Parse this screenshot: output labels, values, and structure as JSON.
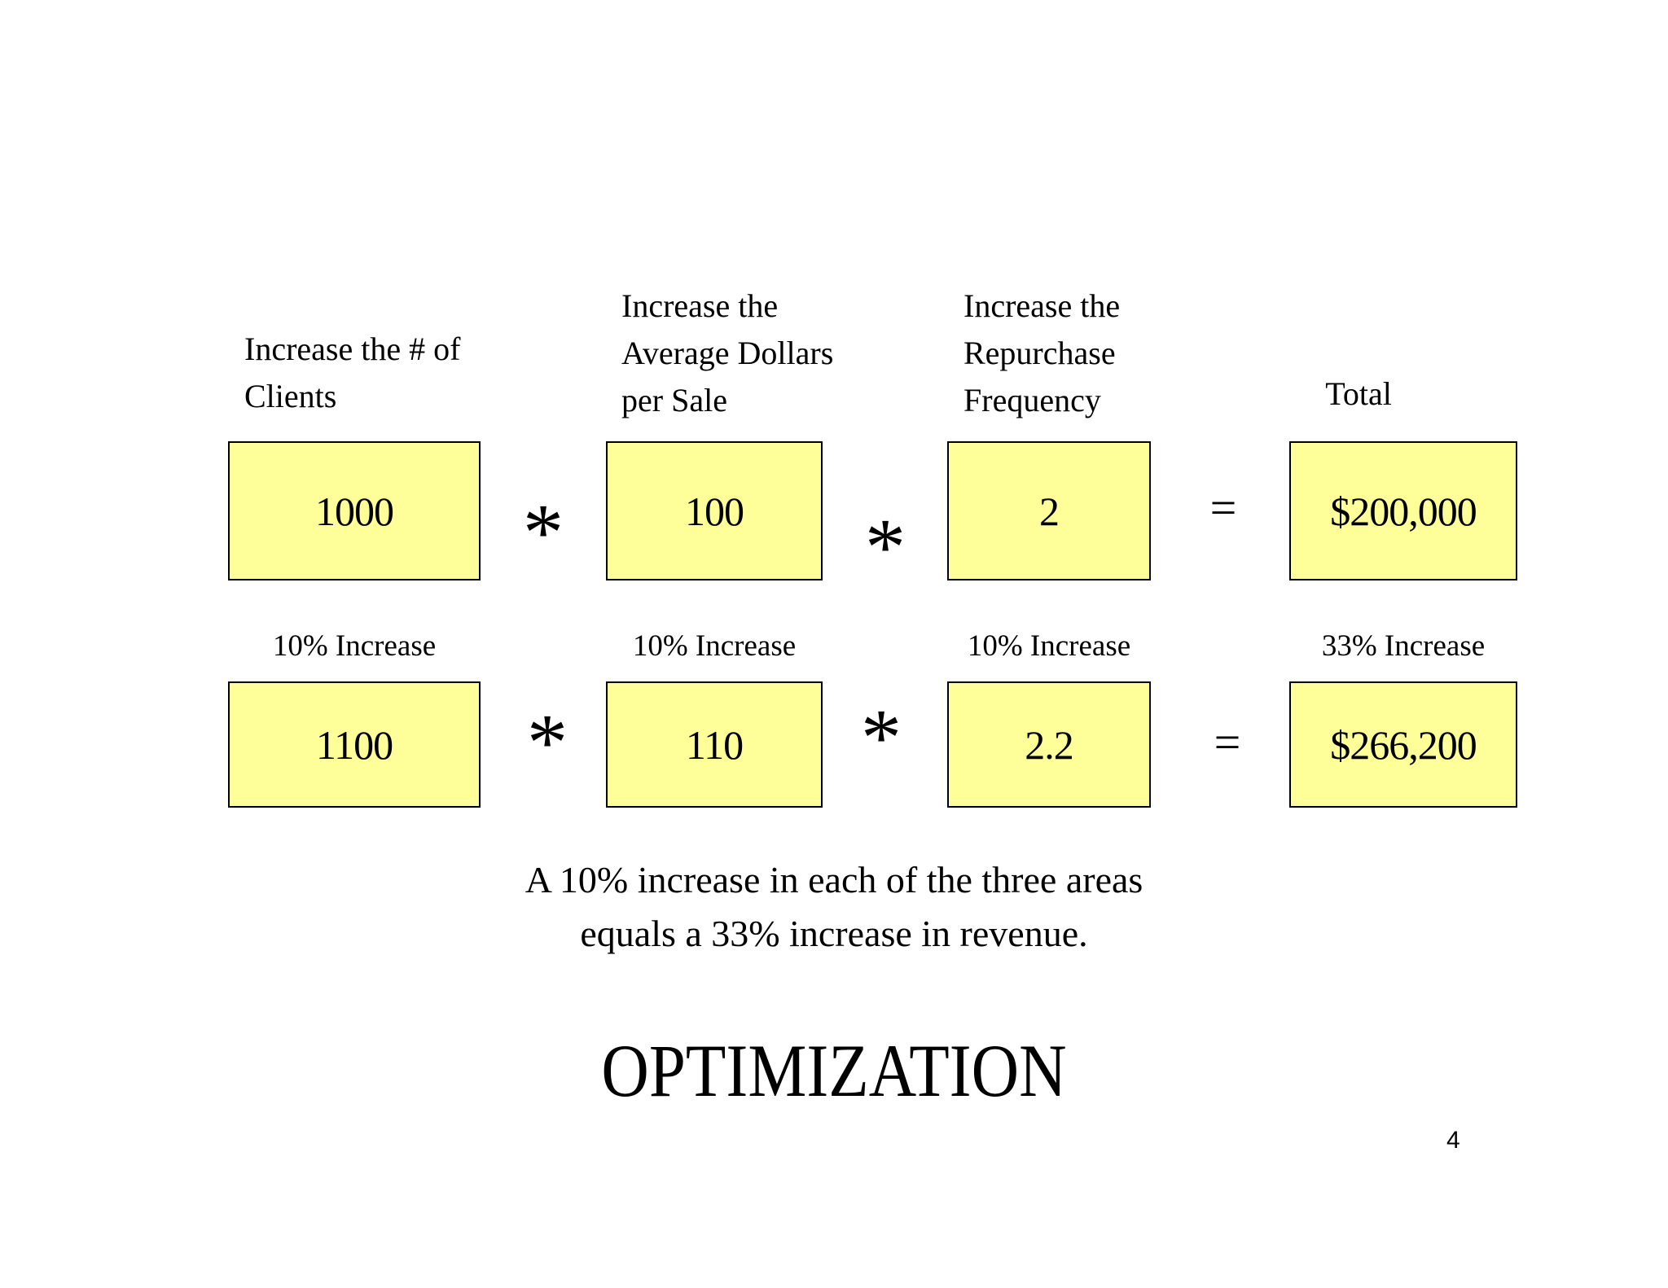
{
  "slide": {
    "colors": {
      "background": "#ffffff",
      "box_fill": "#ffff99",
      "box_border": "#000000",
      "text": "#000000"
    },
    "headers": [
      {
        "lines": [
          "Increase the # of",
          "Clients"
        ]
      },
      {
        "lines": [
          "Increase the",
          "Average Dollars",
          "per Sale"
        ]
      },
      {
        "lines": [
          "Increase the",
          "Repurchase",
          "Frequency"
        ]
      },
      {
        "lines": [
          "Total"
        ]
      }
    ],
    "base_row": {
      "values": [
        "1000",
        "100",
        "2",
        "$200,000"
      ],
      "operators": [
        "*",
        "*",
        "="
      ]
    },
    "increase_row": {
      "labels": [
        "10% Increase",
        "10% Increase",
        "10% Increase",
        "33% Increase"
      ],
      "values": [
        "1100",
        "110",
        "2.2",
        "$266,200"
      ],
      "operators": [
        "*",
        "*",
        "="
      ]
    },
    "caption": {
      "lines": [
        "A 10% increase in each of the three areas",
        "equals a 33% increase in revenue."
      ]
    },
    "title": "OPTIMIZATION",
    "page_number": "4"
  }
}
